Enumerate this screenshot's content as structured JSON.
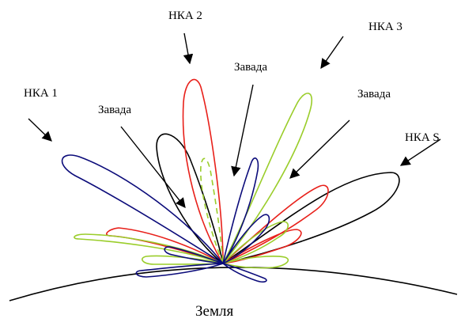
{
  "labels": {
    "nka1": "НКА 1",
    "nka2": "НКА 2",
    "nka3": "НКА 3",
    "nkas": "НКА S",
    "zavada_left": "Завада",
    "zavada_center": "Завада",
    "zavada_right": "Завада",
    "earth": "Земля"
  },
  "colors": {
    "nka1_lobe": "#0b0b7a",
    "nka2_lobe": "#e8201a",
    "nka3_lobe": "#9acd2a",
    "nkas_lobe": "#000000",
    "earth_line": "#000000",
    "arrow": "#000000"
  },
  "icons": {
    "arrow": "arrow-down-right-icon"
  }
}
